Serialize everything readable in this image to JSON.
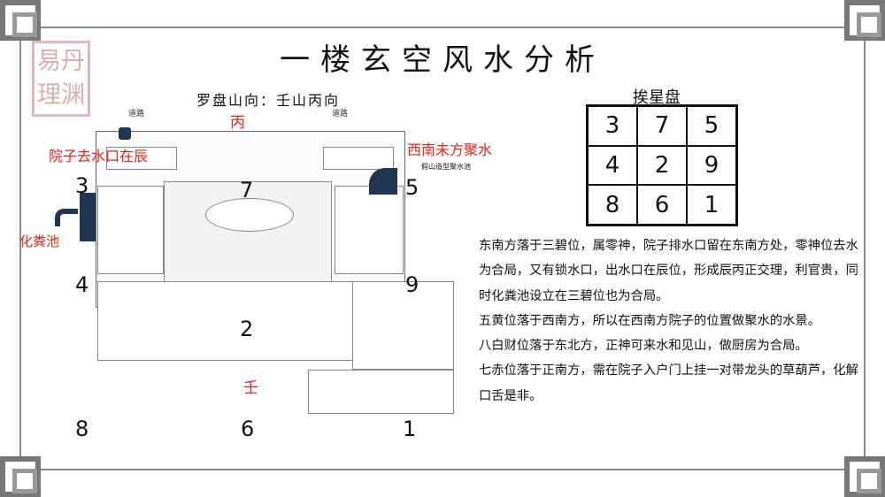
{
  "title": "一楼玄空风水分析",
  "seal_text": "易丹理渊",
  "compass": "罗盘山向：壬山丙向",
  "plan": {
    "road_label": "道路",
    "top_dir": "丙",
    "bottom_dir": "壬",
    "outlet_label": "院子去水口在辰",
    "water_label": "西南未方聚水",
    "septic_label": "化粪池",
    "pool_label": "假山造型聚水池",
    "palace_numbers": {
      "nw": "3",
      "n": "7",
      "ne": "5",
      "w": "4",
      "c": "2",
      "e": "9",
      "sw": "8",
      "s": "6",
      "se": "1"
    }
  },
  "star_chart": {
    "title": "挨星盘",
    "cells": [
      "3",
      "7",
      "5",
      "4",
      "2",
      "9",
      "8",
      "6",
      "1"
    ]
  },
  "analysis": [
    "东南方落于三碧位，属零神，院子排水口留在东南方处，零神位去水为合局，又有锁水口，出水口在辰位，形成辰丙正交理，利官贵，同时化粪池设立在三碧位也为合局。",
    "五黄位落于西南方，所以在西南方院子的位置做聚水的水景。",
    "八白财位落于东北方，正神可来水和见山，做厨房为合局。",
    "七赤位落于正南方，需在院子入户门上挂一对带龙头的草葫芦，化解口舌是非。"
  ]
}
